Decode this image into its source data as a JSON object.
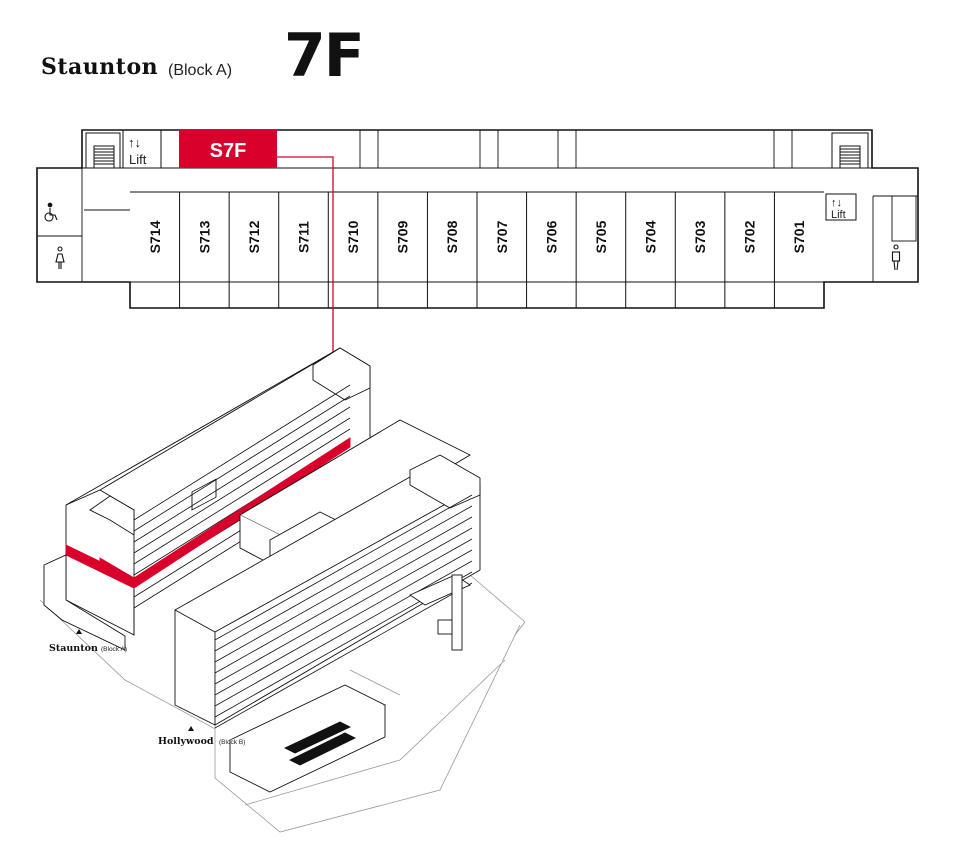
{
  "header": {
    "block_name": "Staunton",
    "block_sub": "(Block A)",
    "floor": "7F"
  },
  "floor_plan": {
    "highlight_tag": "S7F",
    "lift_labels": [
      "Lift",
      "Lift"
    ],
    "rooms": [
      "S714",
      "S713",
      "S712",
      "S711",
      "S710",
      "S709",
      "S708",
      "S707",
      "S706",
      "S705",
      "S704",
      "S703",
      "S702",
      "S701"
    ]
  },
  "model": {
    "block_a_label": "Staunton",
    "block_a_sub": "(Block A)",
    "block_b_label": "Hollywood",
    "block_b_sub": "(Block B)"
  },
  "colors": {
    "accent": "#d9002b",
    "line": "#111111",
    "light_line": "#999999"
  },
  "icons": [
    "accessible-toilet-icon",
    "female-toilet-icon",
    "male-toilet-icon",
    "stairs-icon",
    "lift-arrows-icon",
    "location-triangle-icon"
  ]
}
